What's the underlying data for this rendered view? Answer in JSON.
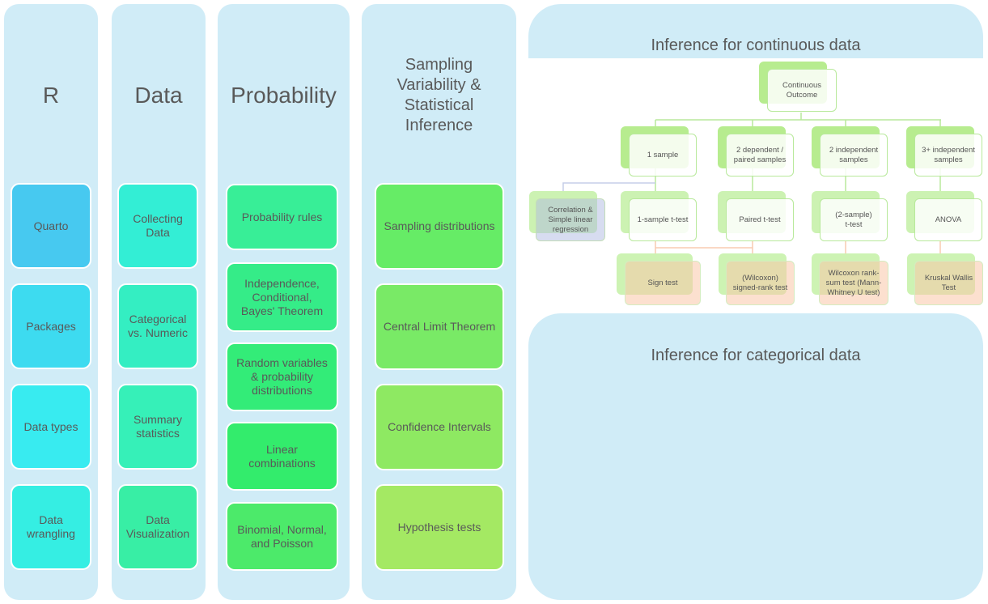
{
  "columns": {
    "r": {
      "title": "R",
      "items": [
        "Quarto",
        "Packages",
        "Data types",
        "Data\nwrangling"
      ],
      "colors": [
        "#47c9f0",
        "#3ddbf0",
        "#38ebf0",
        "#35eee3"
      ]
    },
    "data": {
      "title": "Data",
      "items": [
        "Collecting\nData",
        "Categorical\nvs. Numeric",
        "Summary\nstatistics",
        "Data\nVisualization"
      ],
      "colors": [
        "#33eed5",
        "#34eec2",
        "#36f0b8",
        "#38eea5"
      ]
    },
    "probability": {
      "title": "Probability",
      "items": [
        "Probability rules",
        "Independence,\nConditional,\nBayes' Theorem",
        "Random variables\n& probability\ndistributions",
        "Linear\ncombinations",
        "Binomial, Normal,\nand Poisson"
      ],
      "colors": [
        "#38ee97",
        "#35ec88",
        "#33ec78",
        "#33ec6c",
        "#4cea6a"
      ]
    },
    "sampling": {
      "title": "Sampling\nVariability &\nStatistical\nInference",
      "items": [
        "Sampling distributions",
        "Central Limit Theorem",
        "Confidence Intervals",
        "Hypothesis tests"
      ],
      "colors": [
        "#66ec66",
        "#79ea66",
        "#8ee962",
        "#a4e963"
      ]
    }
  },
  "continuous_panel": {
    "title": "Inference for continuous data",
    "root": "Continuous\nOutcome",
    "sample_types": [
      "1 sample",
      "2 dependent /\npaired samples",
      "2 independent\nsamples",
      "3+ independent\nsamples"
    ],
    "related": "Correlation &\nSimple linear\nregression",
    "parametric_tests": [
      "1-sample t-test",
      "Paired t-test",
      "(2-sample)\nt-test",
      "ANOVA"
    ],
    "nonparametric_tests": [
      "Sign test",
      "(Wilcoxon)\nsigned-rank test",
      "Wilcoxon rank-\nsum test (Mann-\nWhitney U test)",
      "Kruskal Wallis\nTest"
    ]
  },
  "categorical_panel": {
    "title": "Inference for categorical data"
  },
  "colors": {
    "panel_background": "#d0ecf7",
    "text": "#595959",
    "tree_connector": "#b8e99b",
    "nonparametric_connector": "#f8cbb0",
    "related_connector": "#c5cde8"
  }
}
